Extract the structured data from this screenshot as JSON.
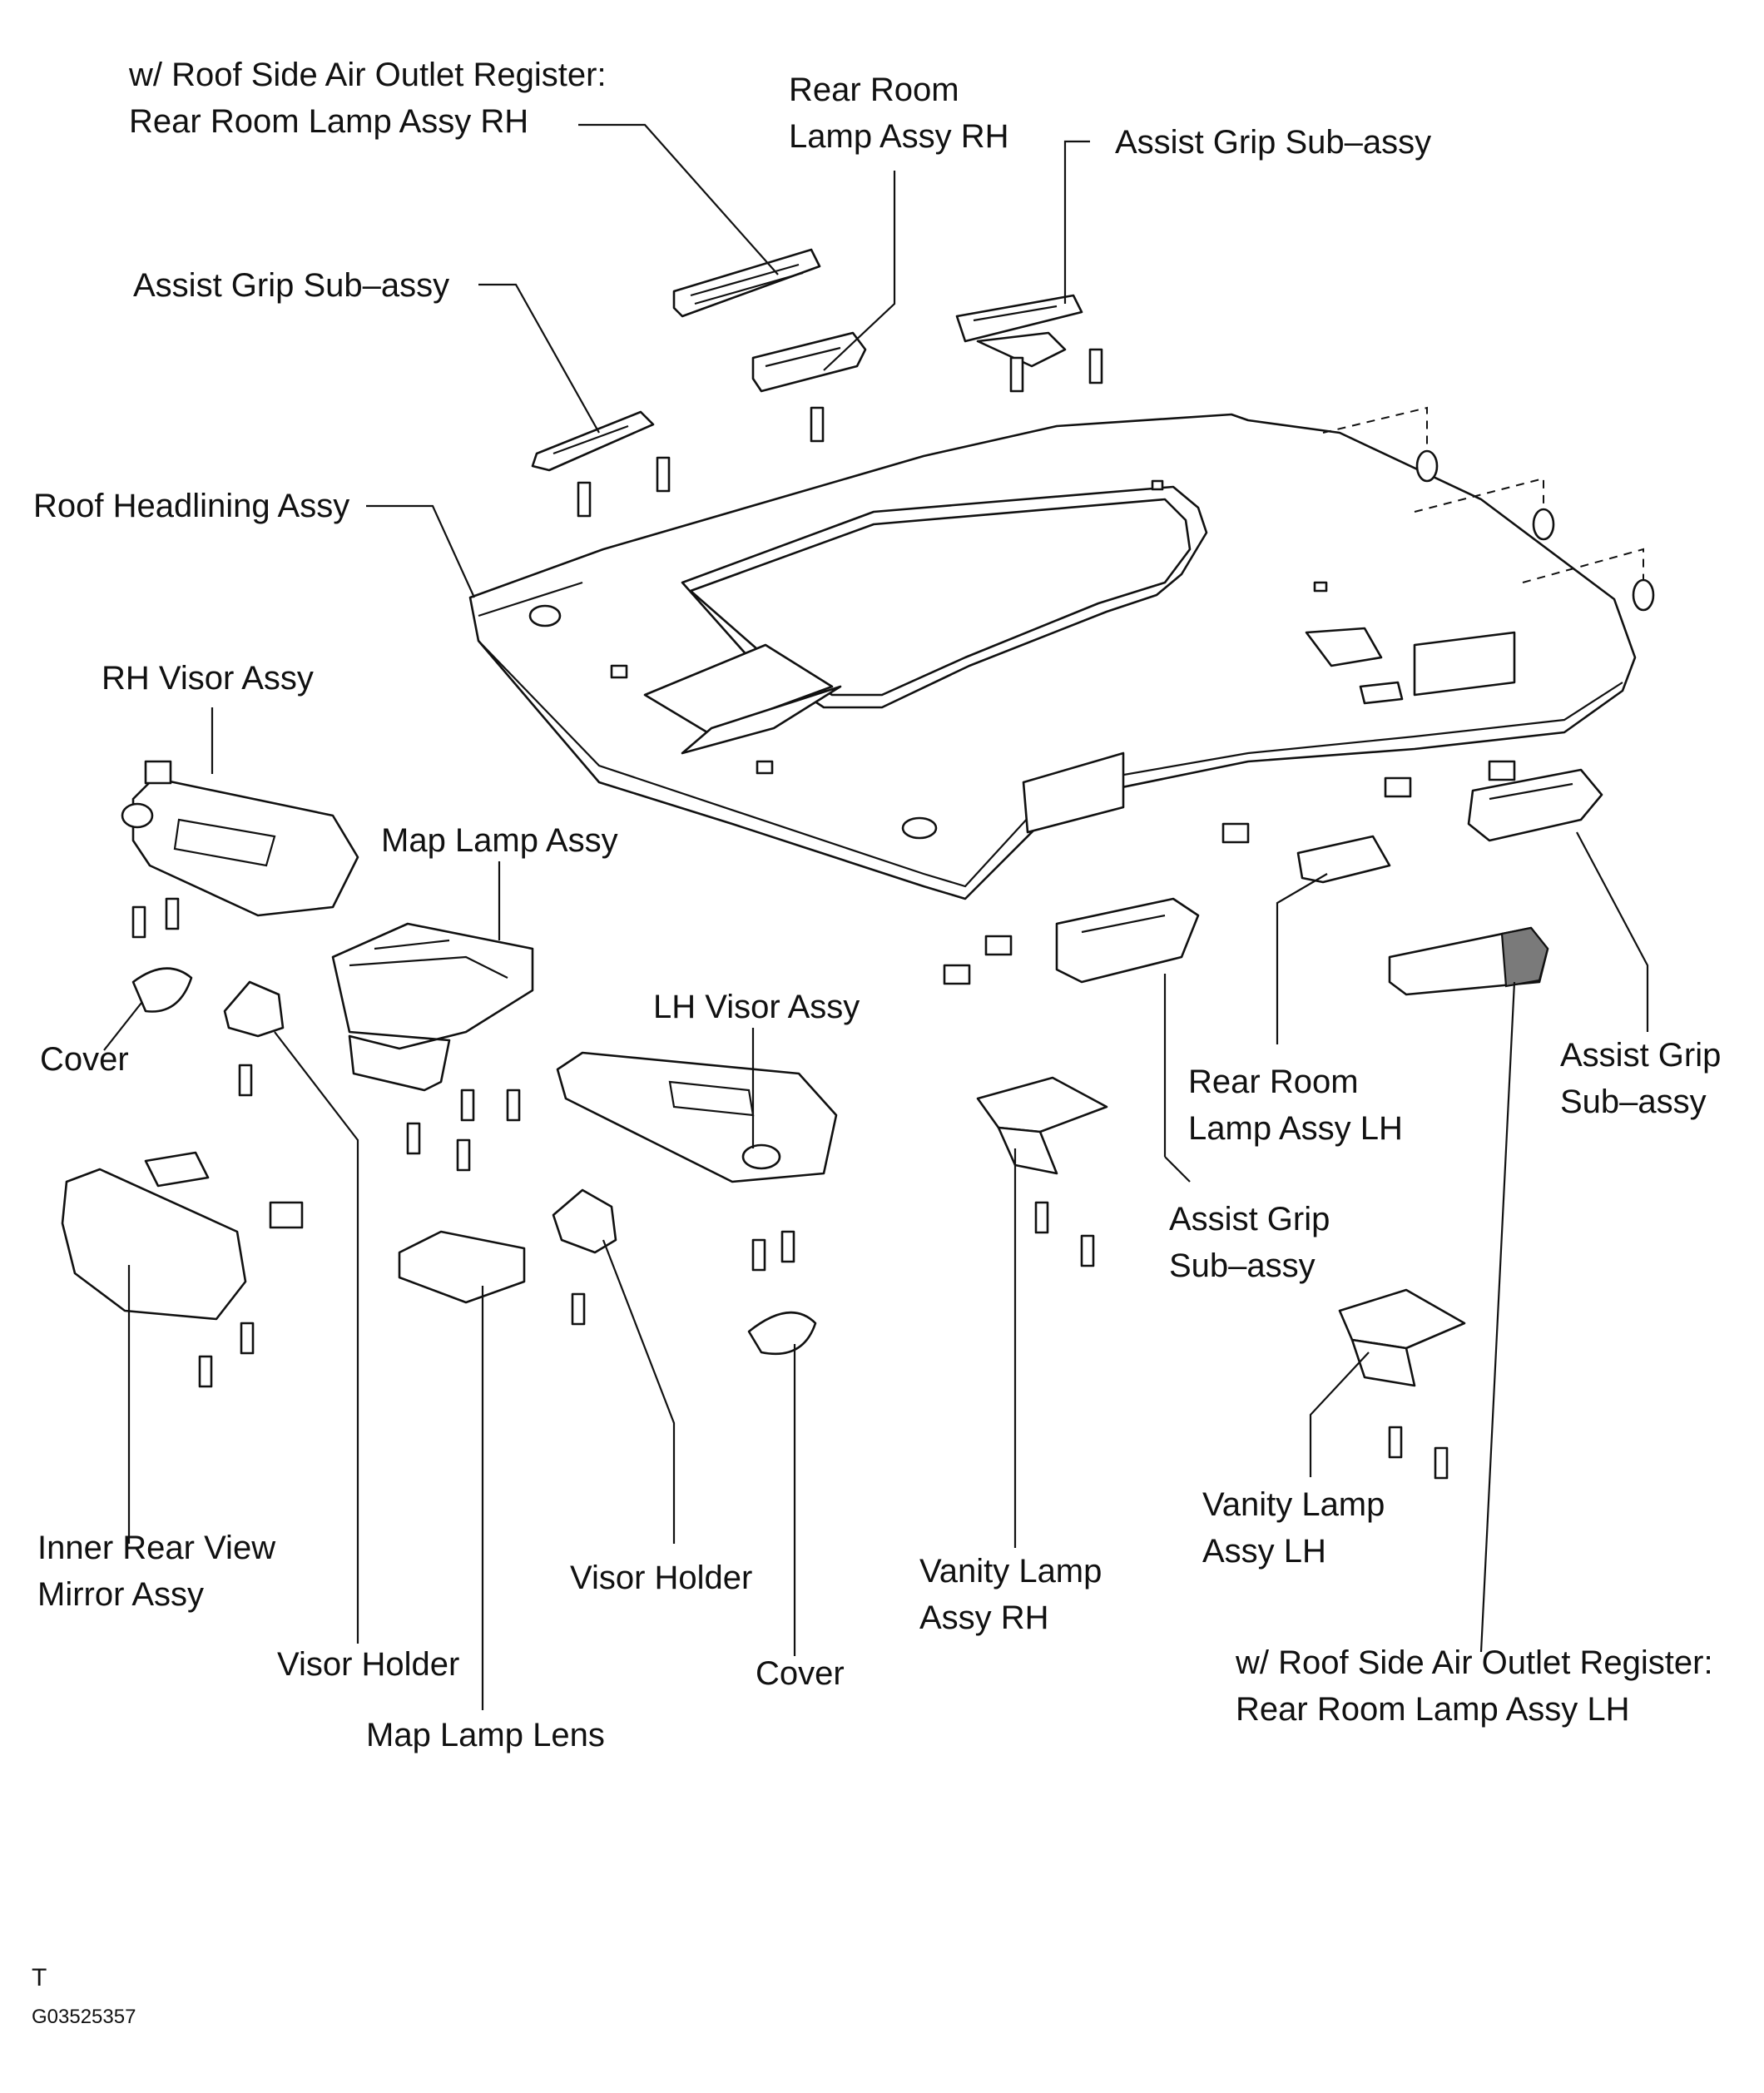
{
  "labels": {
    "rear_room_lamp_rh_outlet": [
      "w/ Roof Side Air Outlet Register:",
      "Rear Room Lamp Assy RH"
    ],
    "rear_room_lamp_rh": [
      "Rear Room",
      "Lamp Assy RH"
    ],
    "assist_grip_top_right": "Assist Grip Sub–assy",
    "assist_grip_top_left": "Assist Grip Sub–assy",
    "roof_headlining": "Roof Headlining Assy",
    "rh_visor": "RH Visor Assy",
    "map_lamp": "Map Lamp Assy",
    "lh_visor": "LH Visor Assy",
    "cover_left": "Cover",
    "rear_room_lamp_lh": [
      "Rear Room",
      "Lamp Assy LH"
    ],
    "assist_grip_right": [
      "Assist Grip",
      "Sub–assy"
    ],
    "assist_grip_mid": [
      "Assist Grip",
      "Sub–assy"
    ],
    "inner_mirror": [
      "Inner Rear View",
      "Mirror Assy"
    ],
    "visor_holder_right": "Visor Holder",
    "vanity_lamp_rh": [
      "Vanity Lamp",
      "Assy RH"
    ],
    "vanity_lamp_lh": [
      "Vanity Lamp",
      "Assy LH"
    ],
    "visor_holder_left": "Visor Holder",
    "cover_right": "Cover",
    "map_lamp_lens": "Map Lamp Lens",
    "rear_room_lamp_lh_outlet": [
      "w/ Roof Side Air Outlet Register:",
      "Rear Room Lamp Assy LH"
    ]
  },
  "footer": {
    "mark": "T",
    "figure_id": "G03525357"
  }
}
